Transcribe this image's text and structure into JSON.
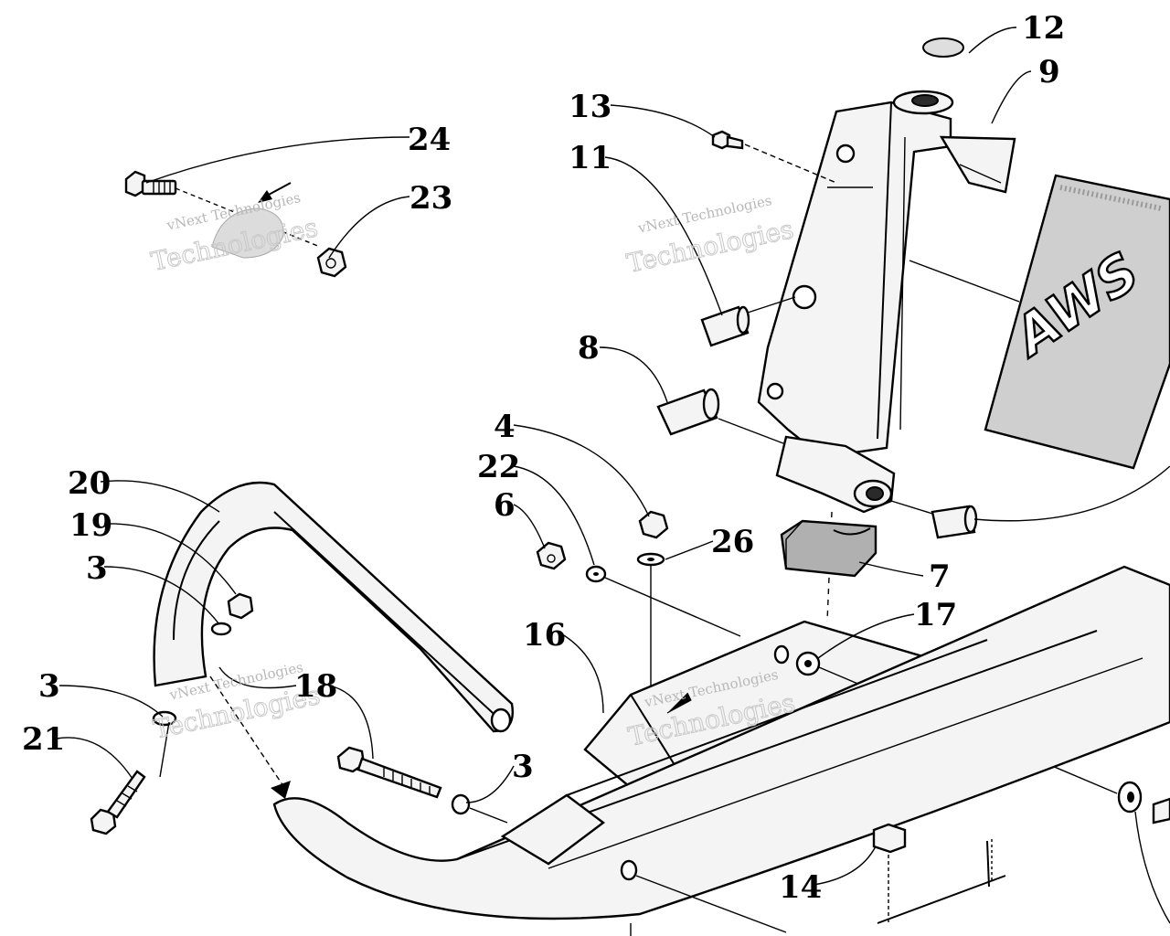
{
  "callouts": [
    {
      "id": "12",
      "text": "12"
    },
    {
      "id": "9",
      "text": "9"
    },
    {
      "id": "13",
      "text": "13"
    },
    {
      "id": "11",
      "text": "11"
    },
    {
      "id": "24",
      "text": "24"
    },
    {
      "id": "23",
      "text": "23"
    },
    {
      "id": "8",
      "text": "8"
    },
    {
      "id": "4",
      "text": "4"
    },
    {
      "id": "22",
      "text": "22"
    },
    {
      "id": "6",
      "text": "6"
    },
    {
      "id": "26",
      "text": "26"
    },
    {
      "id": "7",
      "text": "7"
    },
    {
      "id": "17",
      "text": "17"
    },
    {
      "id": "16",
      "text": "16"
    },
    {
      "id": "20",
      "text": "20"
    },
    {
      "id": "19",
      "text": "19"
    },
    {
      "id": "3a",
      "text": "3"
    },
    {
      "id": "3b",
      "text": "3"
    },
    {
      "id": "3c",
      "text": "3"
    },
    {
      "id": "18",
      "text": "18"
    },
    {
      "id": "21",
      "text": "21"
    },
    {
      "id": "14",
      "text": "14"
    }
  ],
  "watermark": {
    "line1": "vNext Technologies",
    "line2": "Technologies"
  },
  "logo_text": "AWS"
}
